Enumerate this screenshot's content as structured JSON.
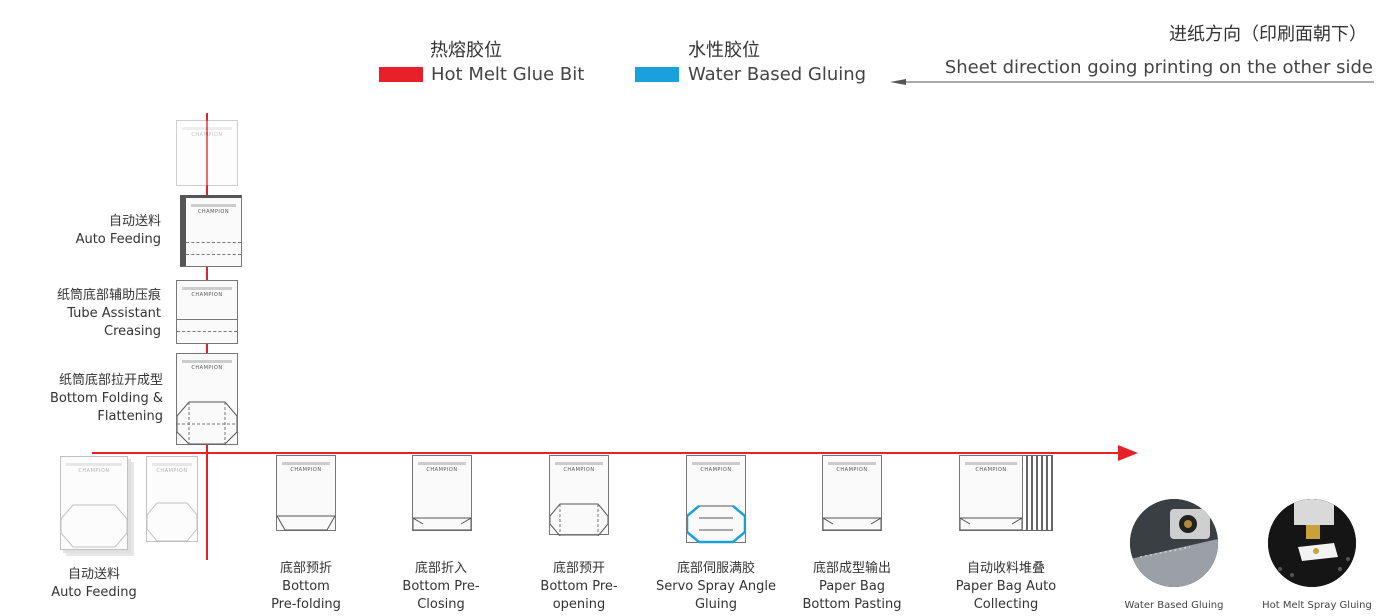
{
  "legend": {
    "hot_melt_cn": "热熔胶位",
    "hot_melt_en": "Hot Melt Glue Bit",
    "hot_melt_color": "#e8202a",
    "water_cn": "水性胶位",
    "water_en": "Water Based Gluing",
    "water_color": "#1aa0dc"
  },
  "direction": {
    "cn": "进纸方向（印刷面朝下）",
    "en": "Sheet direction going printing on the other side"
  },
  "brand_text": "CHAMPION",
  "vertical_steps": [
    {
      "cn": "自动送料",
      "en1": "Auto Feeding"
    },
    {
      "cn": "纸筒底部辅助压痕",
      "en1": "Tube Assistant",
      "en2": "Creasing"
    },
    {
      "cn": "纸筒底部拉开成型",
      "en1": "Bottom Folding &",
      "en2": "Flattening"
    }
  ],
  "horizontal_steps": [
    {
      "cn": "自动送料",
      "en1": "Auto Feeding",
      "en2": ""
    },
    {
      "cn": "底部预折",
      "en1": "Bottom",
      "en2": "Pre-folding"
    },
    {
      "cn": "底部折入",
      "en1": "Bottom Pre-",
      "en2": "Closing"
    },
    {
      "cn": "底部预开",
      "en1": "Bottom Pre-",
      "en2": "opening"
    },
    {
      "cn": "底部伺服满胶",
      "en1": "Servo Spray Angle",
      "en2": "Gluing"
    },
    {
      "cn": "底部成型输出",
      "en1": "Paper Bag",
      "en2": "Bottom Pasting"
    },
    {
      "cn": "自动收料堆叠",
      "en1": "Paper Bag Auto",
      "en2": "Collecting"
    }
  ],
  "photos": {
    "water": "Water Based Gluing",
    "hot": "Hot Melt Spray Gluing"
  }
}
